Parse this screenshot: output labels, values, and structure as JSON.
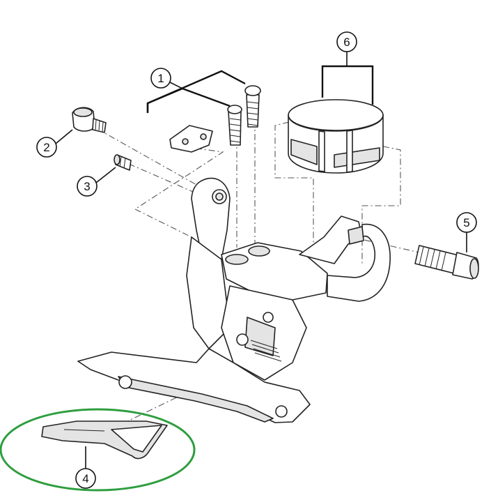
{
  "diagram": {
    "callouts": [
      {
        "id": "c1",
        "label": "1",
        "part": "mounting-screws"
      },
      {
        "id": "c2",
        "label": "2",
        "part": "adjustment-bolt"
      },
      {
        "id": "c3",
        "label": "3",
        "part": "set-screw"
      },
      {
        "id": "c4",
        "label": "4",
        "part": "chain-guide-insert"
      },
      {
        "id": "c5",
        "label": "5",
        "part": "clamp-bolt"
      },
      {
        "id": "c6",
        "label": "6",
        "part": "band-adapter"
      }
    ],
    "highlight_color": "#2e9e3f"
  }
}
